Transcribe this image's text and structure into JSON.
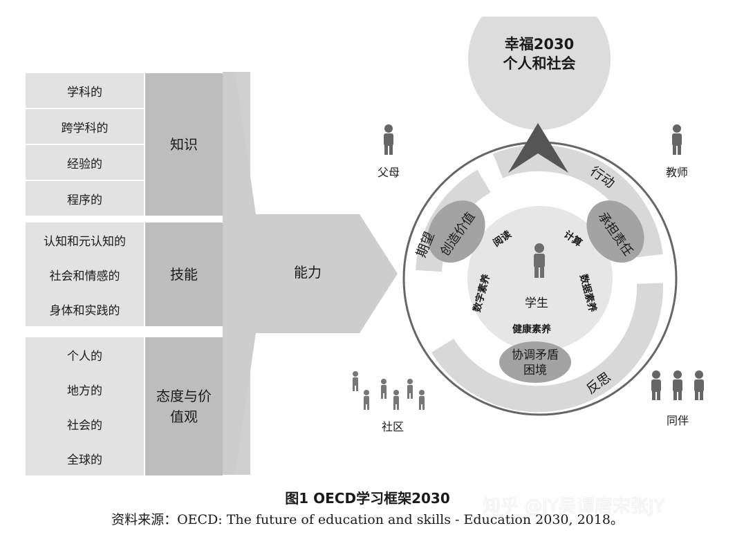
{
  "goal": {
    "line1": "幸福2030",
    "line2": "个人和社会"
  },
  "groups": [
    {
      "label": "知识",
      "items": [
        "学科的",
        "跨学科的",
        "经验的",
        "程序的"
      ]
    },
    {
      "label": "技能",
      "items": [
        "认知和元认知的",
        "社会和情感的",
        "身体和实践的"
      ]
    },
    {
      "label": "态度与价值观",
      "label_line1": "态度与价",
      "label_line2": "值观",
      "items": [
        "个人的",
        "地方的",
        "社会的",
        "全球的"
      ]
    }
  ],
  "arrow_label": "能力",
  "cycle": {
    "left": "期望",
    "top_right": "行动",
    "bottom_right": "反思"
  },
  "competencies": {
    "c1": "创造价值",
    "c2": "承担责任",
    "c3_line1": "协调矛盾",
    "c3_line2": "困境"
  },
  "literacies": {
    "reading": "阅读",
    "numeracy": "计算",
    "digital": "数字素养",
    "data": "数据素养",
    "health": "健康素养"
  },
  "center": "学生",
  "people": {
    "parents": "父母",
    "teachers": "教师",
    "community": "社区",
    "peers": "同伴"
  },
  "caption": {
    "title": "图1 OECD学习框架2030",
    "source": "资料来源：OECD: The future of education and skills - Education 2030, 2018。"
  },
  "watermark": "知乎 @JY吴谭唐宋张JY",
  "colors": {
    "light_gray": "#e2e2e2",
    "mid_gray": "#bdbdbd",
    "dark_gray": "#9e9e9e",
    "figure": "#6e6e6e"
  }
}
